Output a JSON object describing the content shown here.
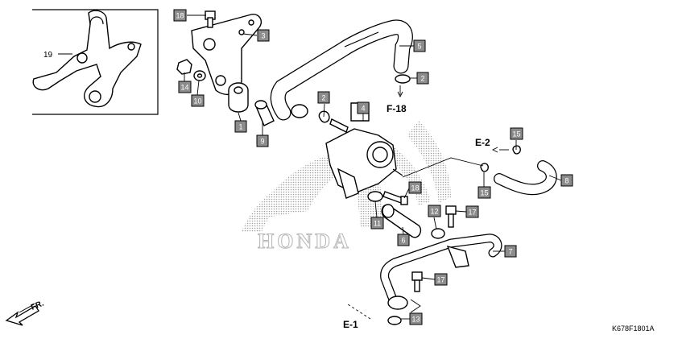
{
  "diagram_code": "K678F1801A",
  "front_label": "FR.",
  "watermark_text": "HONDA",
  "references": {
    "f18": "F-18",
    "e2": "E-2",
    "e1": "E-1"
  },
  "parts": {
    "p19": "19",
    "p18_top": "18",
    "p3": "3",
    "p14": "14",
    "p10": "10",
    "p1": "1",
    "p9": "9",
    "p5": "5",
    "p2_right": "2",
    "p2_left": "2",
    "p4": "4",
    "p15_top": "15",
    "p15_bottom": "15",
    "p8": "8",
    "p18_mid": "18",
    "p11": "11",
    "p12": "12",
    "p17_upper": "17",
    "p6": "6",
    "p7": "7",
    "p17_lower": "17",
    "p13": "13"
  }
}
